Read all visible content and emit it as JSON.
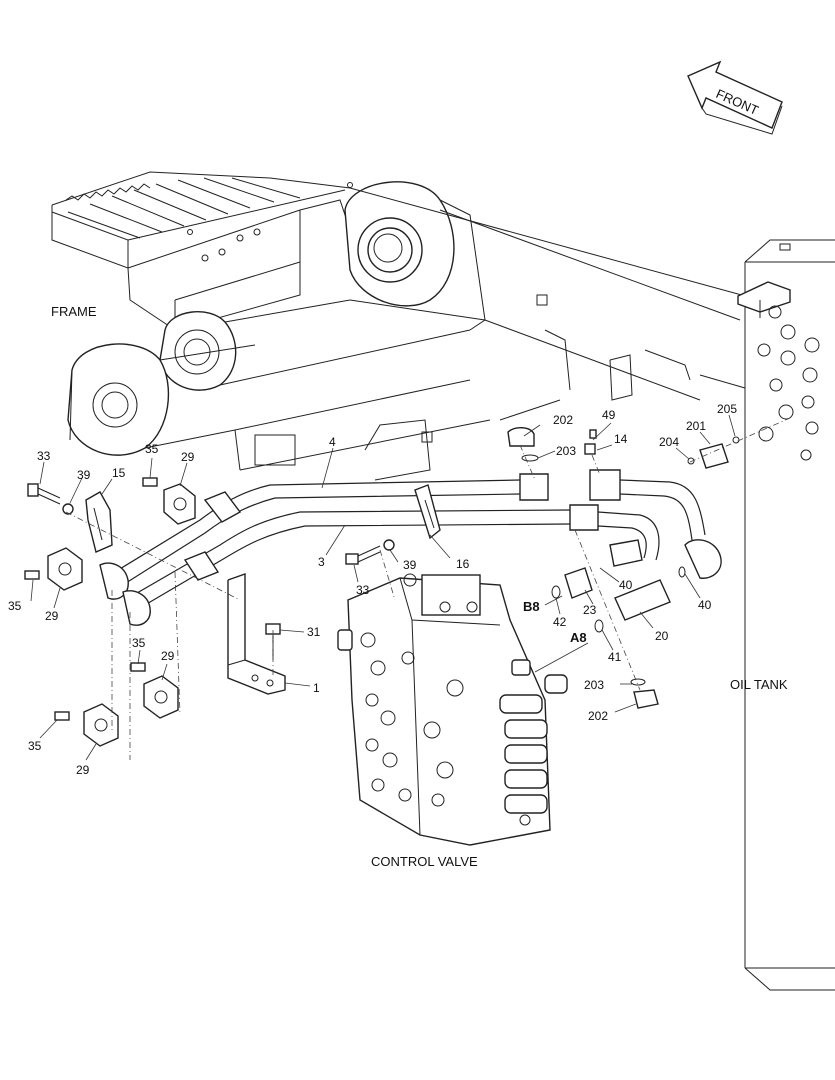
{
  "arrow": {
    "text": "FRONT"
  },
  "components": {
    "frame": "FRAME",
    "oil_tank": "OIL TANK",
    "control_valve": "CONTROL VALVE"
  },
  "ports": {
    "b8": "B8",
    "a8": "A8"
  },
  "callouts": [
    {
      "id": "c202a",
      "text": "202"
    },
    {
      "id": "c49",
      "text": "49"
    },
    {
      "id": "c203a",
      "text": "203"
    },
    {
      "id": "c14",
      "text": "14"
    },
    {
      "id": "c201",
      "text": "201"
    },
    {
      "id": "c205",
      "text": "205"
    },
    {
      "id": "c204",
      "text": "204"
    },
    {
      "id": "c4",
      "text": "4"
    },
    {
      "id": "c33a",
      "text": "33"
    },
    {
      "id": "c35a",
      "text": "35"
    },
    {
      "id": "c39a",
      "text": "39"
    },
    {
      "id": "c15",
      "text": "15"
    },
    {
      "id": "c29a",
      "text": "29"
    },
    {
      "id": "c3",
      "text": "3"
    },
    {
      "id": "c16",
      "text": "16"
    },
    {
      "id": "c39b",
      "text": "39"
    },
    {
      "id": "c33b",
      "text": "33"
    },
    {
      "id": "c40a",
      "text": "40"
    },
    {
      "id": "c40b",
      "text": "40"
    },
    {
      "id": "c35b",
      "text": "35"
    },
    {
      "id": "c29b",
      "text": "29"
    },
    {
      "id": "c42",
      "text": "42"
    },
    {
      "id": "c23",
      "text": "23"
    },
    {
      "id": "c20",
      "text": "20"
    },
    {
      "id": "c31",
      "text": "31"
    },
    {
      "id": "c35c",
      "text": "35"
    },
    {
      "id": "c29c",
      "text": "29"
    },
    {
      "id": "c41",
      "text": "41"
    },
    {
      "id": "c1",
      "text": "1"
    },
    {
      "id": "c203b",
      "text": "203"
    },
    {
      "id": "c202b",
      "text": "202"
    },
    {
      "id": "c35d",
      "text": "35"
    },
    {
      "id": "c29d",
      "text": "29"
    }
  ]
}
